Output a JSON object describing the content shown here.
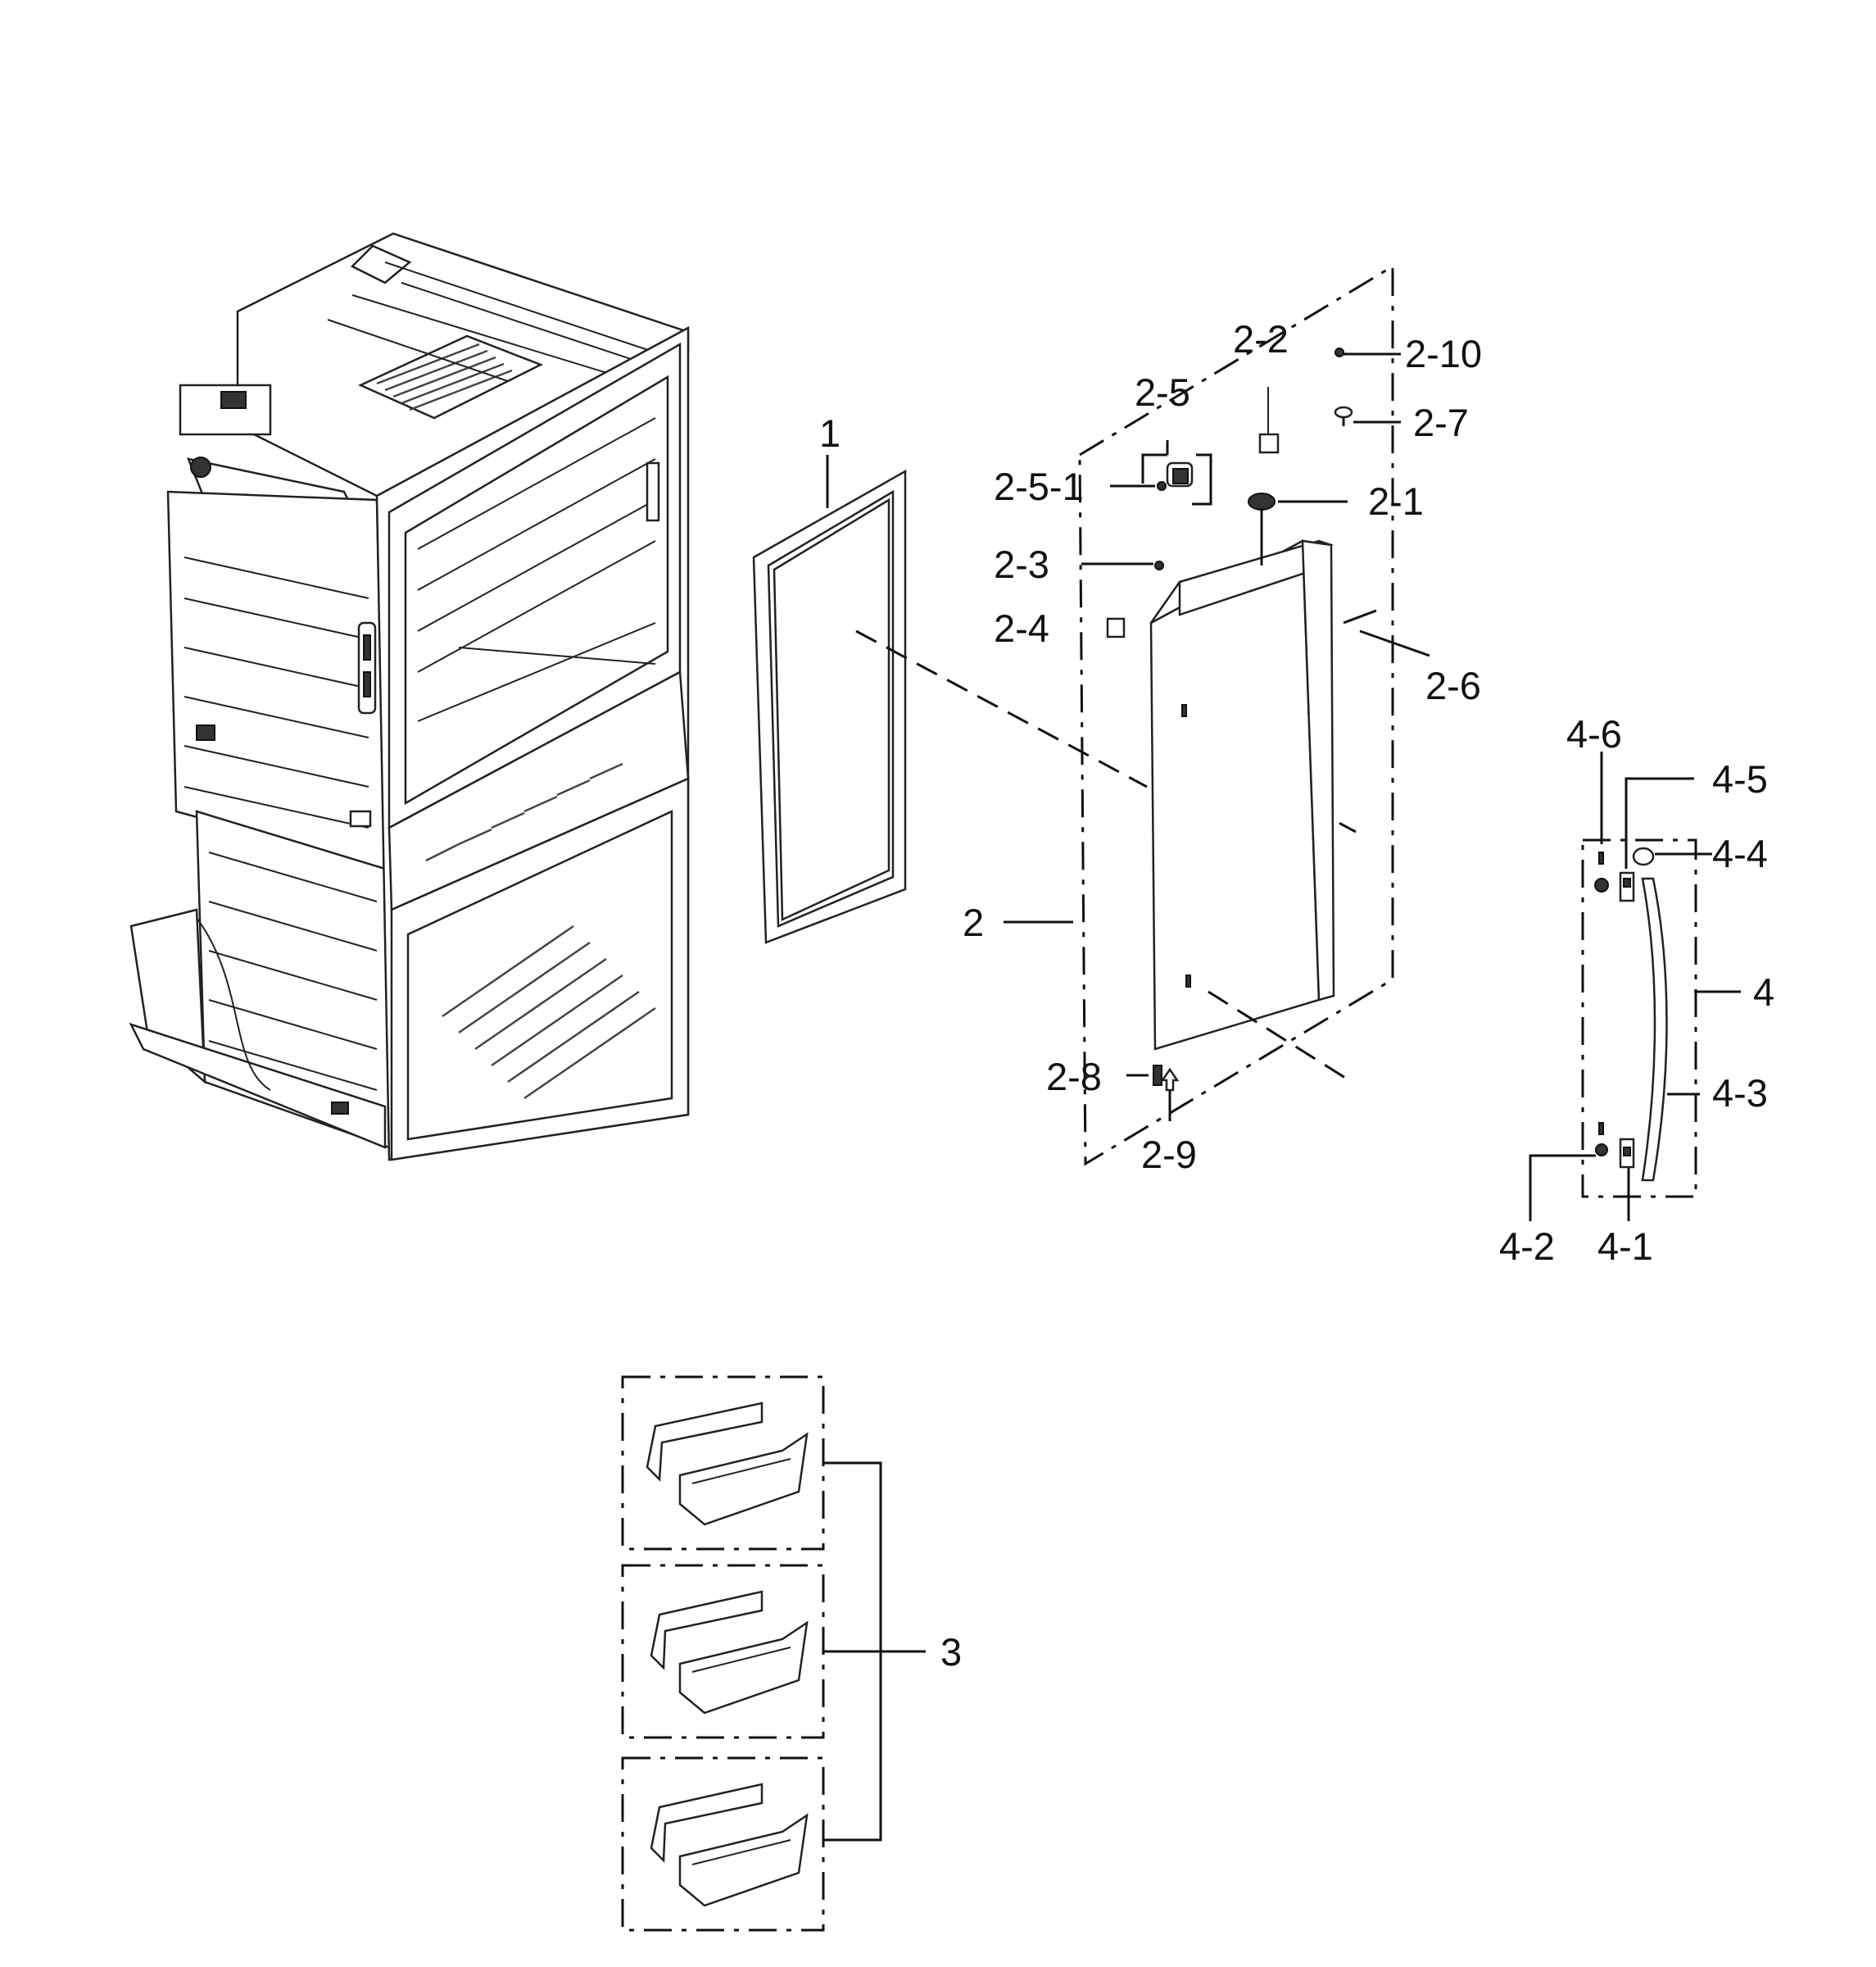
{
  "callouts": {
    "c1": "1",
    "c2": "2",
    "c2_1": "2-1",
    "c2_2": "2-2",
    "c2_3": "2-3",
    "c2_4": "2-4",
    "c2_5": "2-5",
    "c2_5_1": "2-5-1",
    "c2_6": "2-6",
    "c2_7": "2-7",
    "c2_8": "2-8",
    "c2_9": "2-9",
    "c2_10": "2-10",
    "c3": "3",
    "c4": "4",
    "c4_1": "4-1",
    "c4_2": "4-2",
    "c4_3": "4-3",
    "c4_4": "4-4",
    "c4_5": "4-5",
    "c4_6": "4-6"
  },
  "parts": {
    "cabinet": "refrigerator-cabinet",
    "gasket": "door-gasket",
    "door": "fridge-door-assembly",
    "handle": "door-handle-assembly",
    "bins": "door-guard-bins"
  }
}
